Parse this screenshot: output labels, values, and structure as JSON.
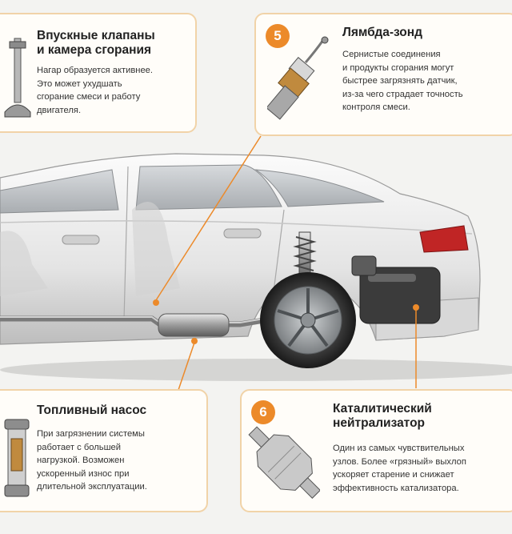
{
  "colors": {
    "accent": "#ec8a2a",
    "card_border": "#f1d3a8",
    "background": "#f3f3f1"
  },
  "cards": {
    "intake": {
      "title": "Впускные клапаны\nи камера сгорания",
      "text": "Нагар образуется активнее.\nЭто может ухудшать\nсгорание смеси и работу\nдвигателя.",
      "icon": "intake-valve-icon"
    },
    "lambda": {
      "number": "5",
      "title": "Лямбда-зонд",
      "text": "Сернистые соединения\nи продукты сгорания могут\nбыстрее загрязнять датчик,\nиз-за чего страдает точность\nконтроля смеси.",
      "icon": "oxygen-sensor-icon"
    },
    "fuel_pump": {
      "title": "Топливный насос",
      "text": "При загрязнении системы\nработает с большей\nнагрузкой. Возможен\nускоренный износ при\nдлительной эксплуатации.",
      "icon": "fuel-pump-icon"
    },
    "catalyst": {
      "number": "6",
      "title": "Каталитический\nнейтрализатор",
      "text": "Один из самых чувствительных\nузлов. Более «грязный» выхлоп\nускоряет старение и снижает\nэффективность катализатора.",
      "icon": "catalytic-converter-icon"
    }
  }
}
